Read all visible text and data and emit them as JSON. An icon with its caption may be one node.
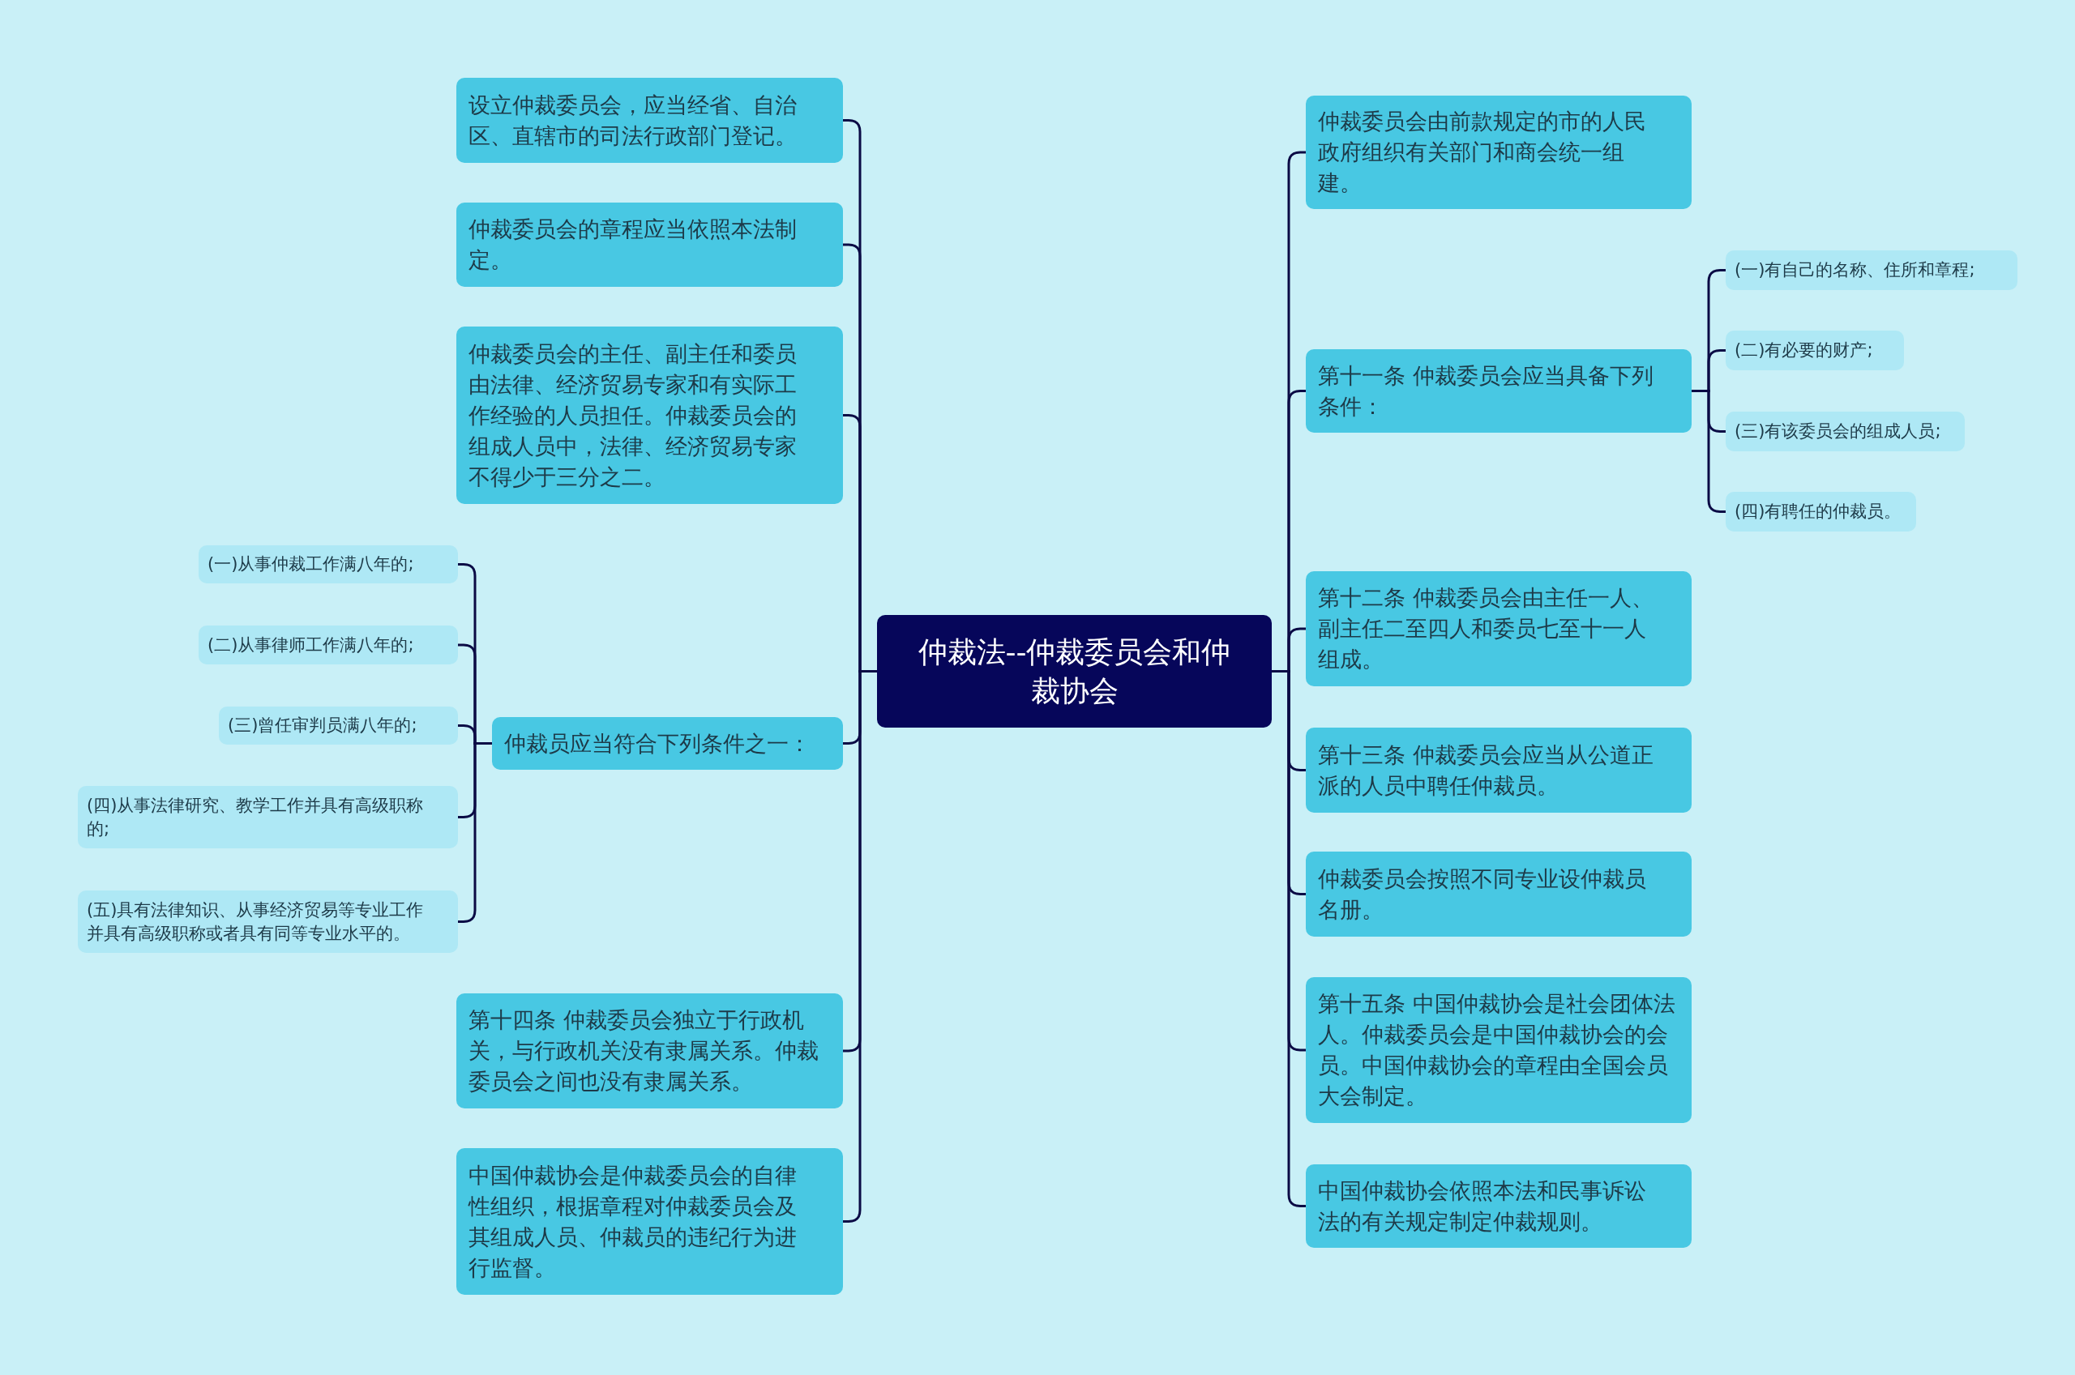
{
  "diagram": {
    "nodes": [
      {
        "text": [
          "仲裁法--仲裁委员会和仲裁协会"
        ]
      },
      {
        "text": [
          "设立仲裁委员会，应当经省、自治区、直辖市的司法行政部门登记。"
        ]
      },
      {
        "text": [
          "仲裁委员会的章程应当依照本法制定。"
        ]
      },
      {
        "text": [
          "仲裁委员会的主任、副主任和委员由法律、经济贸易专家和有实际工作经验的人员担任。仲裁委员会的组成人员中，法律、经济贸易专家不得少于三分之二。"
        ]
      },
      {
        "text": [
          "仲裁员应当符合下列条件之一："
        ]
      },
      {
        "text": [
          "(一)从事仲裁工作满八年的;"
        ]
      },
      {
        "text": [
          "(二)从事律师工作满八年的;"
        ]
      },
      {
        "text": [
          "(三)曾任审判员满八年的;"
        ]
      },
      {
        "text": [
          "(四)从事法律研究、教学工作并具有高级职称的;"
        ]
      },
      {
        "text": [
          "(五)具有法律知识、从事经济贸易等专业工作并具有高级职称或者具有同等专业水平的。"
        ]
      },
      {
        "text": [
          "第十四条 仲裁委员会独立于行政机关，与行政机关没有隶属关系。仲裁委员会之间也没有隶属关系。"
        ]
      },
      {
        "text": [
          "中国仲裁协会是仲裁委员会的自律性组织，根据章程对仲裁委员会及其组成人员、仲裁员的违纪行为进行监督。"
        ]
      },
      {
        "text": [
          "仲裁委员会由前款规定的市的人民政府组织有关部门和商会统一组建。"
        ]
      },
      {
        "text": [
          "第十一条 仲裁委员会应当具备下列条件："
        ]
      },
      {
        "text": [
          "(一)有自己的名称、住所和章程;"
        ]
      },
      {
        "text": [
          "(二)有必要的财产;"
        ]
      },
      {
        "text": [
          "(三)有该委员会的组成人员;"
        ]
      },
      {
        "text": [
          "(四)有聘任的仲裁员。"
        ]
      },
      {
        "text": [
          "第十二条 仲裁委员会由主任一人、副主任二至四人和委员七至十一人组成。"
        ]
      },
      {
        "text": [
          "第十三条 仲裁委员会应当从公道正派的人员中聘任仲裁员。"
        ]
      },
      {
        "text": [
          "仲裁委员会按照不同专业设仲裁员名册。"
        ]
      },
      {
        "text": [
          "第十五条 中国仲裁协会是社会团体法人。仲裁委员会是中国仲裁协会的会员。中国仲裁协会的章程由全国会员大会制定。"
        ]
      },
      {
        "text": [
          "中国仲裁协会依照本法和民事诉讼法的有关规定制定仲裁规则。"
        ]
      }
    ],
    "edges": [
      {
        "from": 0,
        "to": 1,
        "arrow": "none"
      },
      {
        "from": 0,
        "to": 2,
        "arrow": "none"
      },
      {
        "from": 0,
        "to": 3,
        "arrow": "none"
      },
      {
        "from": 0,
        "to": 4,
        "arrow": "none"
      },
      {
        "from": 4,
        "to": 5,
        "arrow": "none"
      },
      {
        "from": 4,
        "to": 6,
        "arrow": "none"
      },
      {
        "from": 4,
        "to": 7,
        "arrow": "none"
      },
      {
        "from": 4,
        "to": 8,
        "arrow": "none"
      },
      {
        "from": 4,
        "to": 9,
        "arrow": "none"
      },
      {
        "from": 0,
        "to": 10,
        "arrow": "none"
      },
      {
        "from": 0,
        "to": 11,
        "arrow": "none"
      },
      {
        "from": 0,
        "to": 12,
        "arrow": "none"
      },
      {
        "from": 0,
        "to": 13,
        "arrow": "none"
      },
      {
        "from": 13,
        "to": 14,
        "arrow": "none"
      },
      {
        "from": 13,
        "to": 15,
        "arrow": "none"
      },
      {
        "from": 13,
        "to": 16,
        "arrow": "none"
      },
      {
        "from": 13,
        "to": 17,
        "arrow": "none"
      },
      {
        "from": 0,
        "to": 18,
        "arrow": "none"
      },
      {
        "from": 0,
        "to": 19,
        "arrow": "none"
      },
      {
        "from": 0,
        "to": 20,
        "arrow": "none"
      },
      {
        "from": 0,
        "to": 21,
        "arrow": "none"
      },
      {
        "from": 0,
        "to": 22,
        "arrow": "none"
      }
    ]
  }
}
